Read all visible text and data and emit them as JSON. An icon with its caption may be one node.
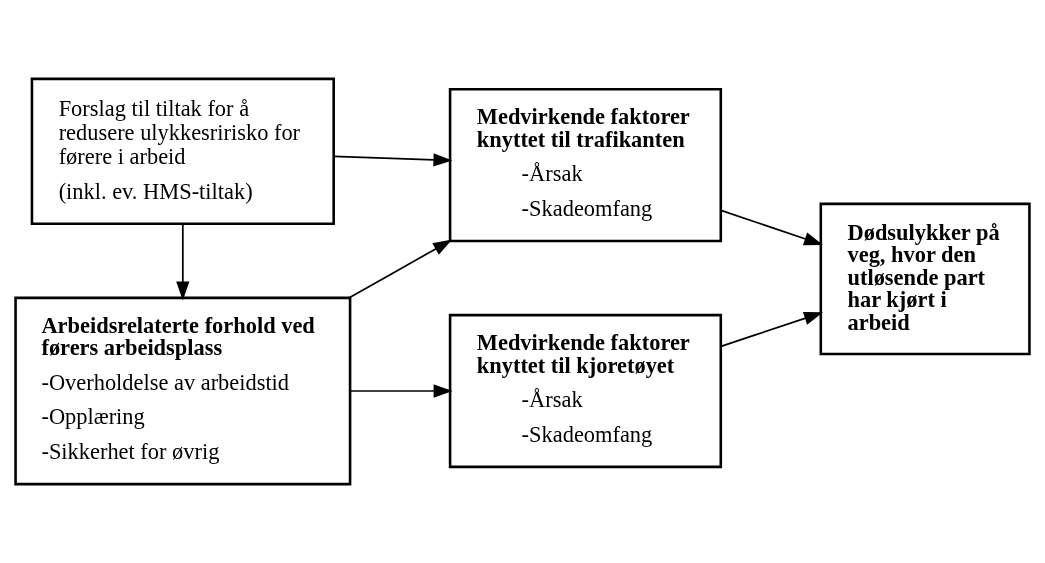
{
  "diagram": {
    "nodes": [
      {
        "text": [
          "Forslag til tiltak for å redusere ulykkesririsko for førere i arbeid",
          "(inkl. ev. HMS-tiltak)"
        ]
      },
      {
        "text": [
          "Arbeidsrelaterte forhold ved førers arbeidsplass",
          "-Overholdelse av arbeidstid",
          "-Opplæring",
          "-Sikkerhet for øvrig"
        ]
      },
      {
        "text": [
          "Medvirkende faktorer knyttet til trafikanten",
          "-Årsak",
          "-Skadeomfang"
        ]
      },
      {
        "text": [
          "Medvirkende faktorer knyttet til kjoretøyet",
          "-Årsak",
          "-Skadeomfang"
        ]
      },
      {
        "text": [
          "Dødsulykker på veg, hvor den utløsende part har kjørt i arbeid"
        ]
      }
    ],
    "edges": [
      {
        "from": 0,
        "to": 1,
        "arrow": "to"
      },
      {
        "from": 0,
        "to": 2,
        "arrow": "to"
      },
      {
        "from": 1,
        "to": 2,
        "arrow": "to"
      },
      {
        "from": 1,
        "to": 3,
        "arrow": "to"
      },
      {
        "from": 2,
        "to": 4,
        "arrow": "to"
      },
      {
        "from": 3,
        "to": 4,
        "arrow": "to"
      }
    ]
  }
}
